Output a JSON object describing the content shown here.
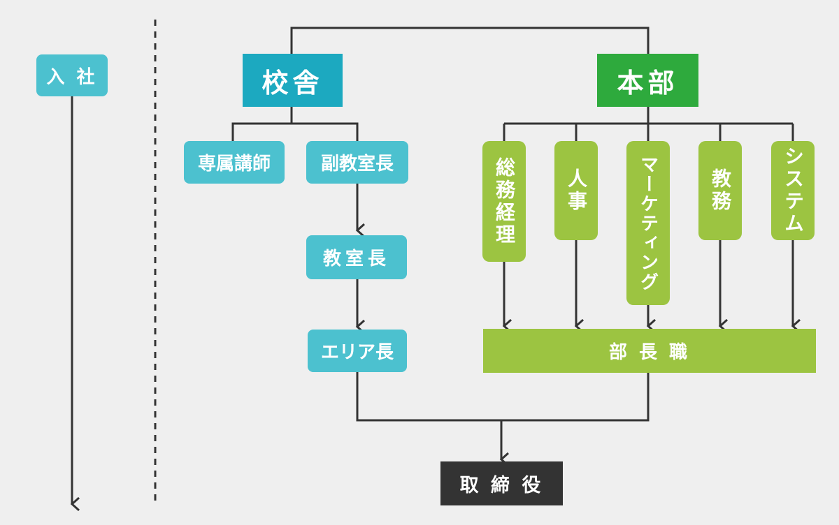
{
  "timeline": {
    "label": "入 社"
  },
  "school": {
    "title": "校舎",
    "roles": [
      "専属講師",
      "副教室長",
      "教室長",
      "エリア長"
    ]
  },
  "hq": {
    "title": "本部",
    "departments": [
      "総務経理",
      "人事",
      "マーケティング",
      "教務",
      "システム"
    ],
    "director": "部 長 職"
  },
  "top": "取 締 役",
  "colors": {
    "school_header": "#1ca9c0",
    "hq_header": "#2eaa3d",
    "school_role": "#4cc1cf",
    "hq_role": "#9cc441",
    "board": "#333333",
    "line": "#333333",
    "background": "#efefef"
  }
}
